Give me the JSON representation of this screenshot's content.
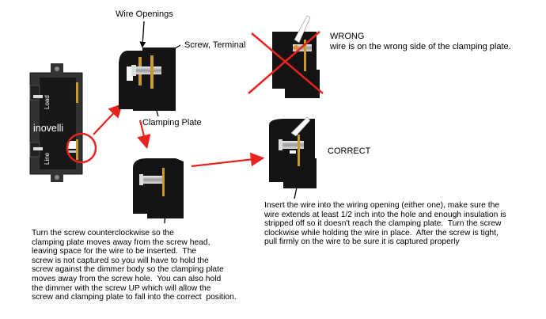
{
  "labels": {
    "wire_openings": "Wire Openings",
    "screw_terminal": "Screw, Terminal",
    "clamping_plate": "Clamping Plate",
    "wrong_title": "WRONG",
    "wrong_desc": "wire is on the wrong side of the clamping plate.",
    "correct_title": "CORRECT"
  },
  "device": {
    "brand": "inovelli",
    "load": "Load",
    "line": "Line"
  },
  "instructions": {
    "left": "Turn the screw counterclockwise so the\nclamping plate moves away from the screw head,\nleaving space for the wire to be inserted.  The\nscrew is not captured so you will have to hold the\nscrew against the dimmer body so the clamping plate\nmoves away from the screw hole.  You can also hold\nthe dimmer with the screw UP which will allow the\nscrew and clamping plate to fall into the correct  position.",
    "right": "Insert the wire into the wiring opening (either one), make sure the\nwire extends at least 1/2 inch into the hole and enough insulation is\nstripped off so it doesn't reach the clamping plate.  Turn the screw\nclockwise while holding the wire in place.  After the screw is tight,\npull firmly on the wire to be sure it is captured properly"
  },
  "colors": {
    "arrow": "#e8231f",
    "device_body": "#111111",
    "clamp_brass": "#c99a2e",
    "wire": "#ffffff"
  }
}
